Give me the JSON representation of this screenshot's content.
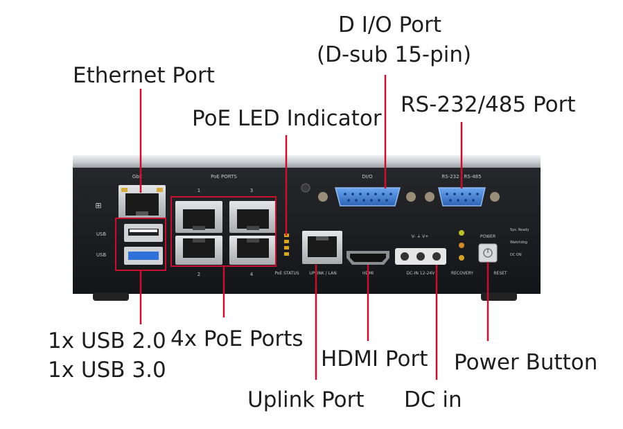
{
  "callouts": {
    "dio_line1": "D I/O Port",
    "dio_line2": "(D-sub 15-pin)",
    "ethernet": "Ethernet Port",
    "rs232": "RS-232/485 Port",
    "poe_led": "PoE LED Indicator",
    "usb_line1": "1x USB 2.0",
    "usb_line2": "1x USB 3.0",
    "poe_ports": "4x PoE Ports",
    "hdmi": "HDMI Port",
    "power": "Power Button",
    "uplink": "Uplink Port",
    "dcin": "DC in"
  },
  "device_labels": {
    "gbe": "GbE",
    "poe_ports": "PoE PORTS",
    "port1": "1",
    "port2": "2",
    "port3": "3",
    "port4": "4",
    "dio": "DI/O",
    "rs232": "RS-232 / RS-485",
    "usb1": "USB",
    "usb2": "USB",
    "poe_status": "PoE STATUS",
    "uplink_lan": "UPLINK / LAN",
    "hdmi": "HDMI",
    "dc_in": "DC-IN 12-24V",
    "recovery": "RECOVERY",
    "reset": "RESET",
    "power": "POWER",
    "led_sys": "Sys. Ready",
    "led_wd": "Watchdog",
    "led_dc": "DC ON",
    "dc_pins": "V-  ⏚  V+"
  },
  "colors": {
    "callout_line": "#c8102e",
    "panel": "#1b1c1f",
    "top_silver": "#c9ccd0",
    "dsub_blue": "#3e7fd6",
    "usb3_blue": "#2f72d9"
  }
}
